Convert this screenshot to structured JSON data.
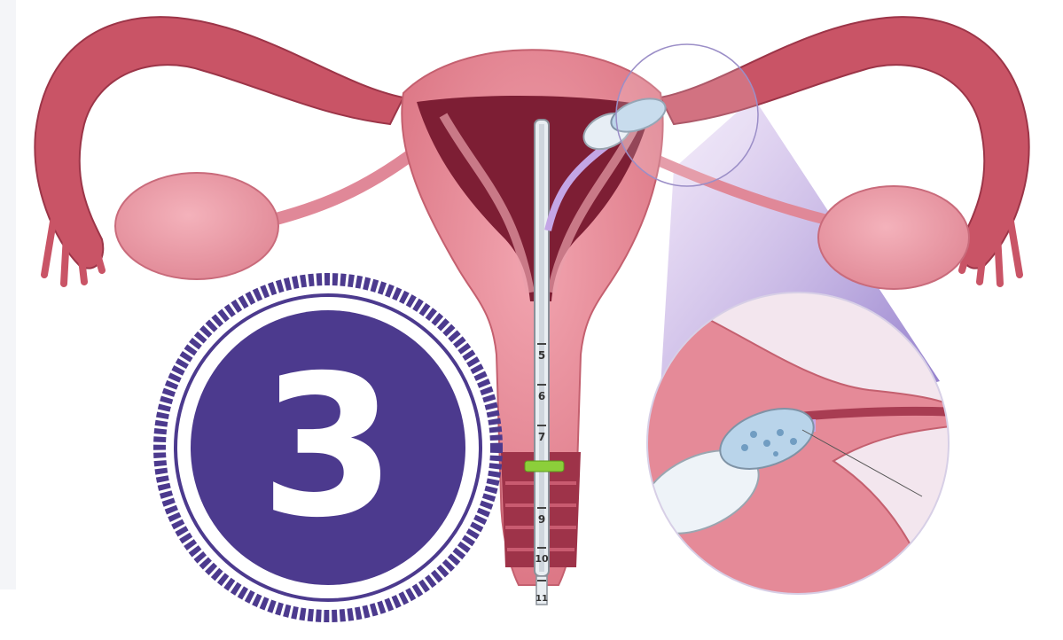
{
  "badge": {
    "number": "3"
  },
  "catheter": {
    "tick_labels": [
      "5",
      "6",
      "7",
      "9",
      "10",
      "11"
    ]
  },
  "colors": {
    "tissue": "#e98a97",
    "tissue_dark": "#b8475c",
    "cavity": "#7d1e34",
    "badge": "#4c3a8e",
    "catheter_band": "#8ccf3a",
    "zoom_gradient": "#6a4fb3"
  }
}
